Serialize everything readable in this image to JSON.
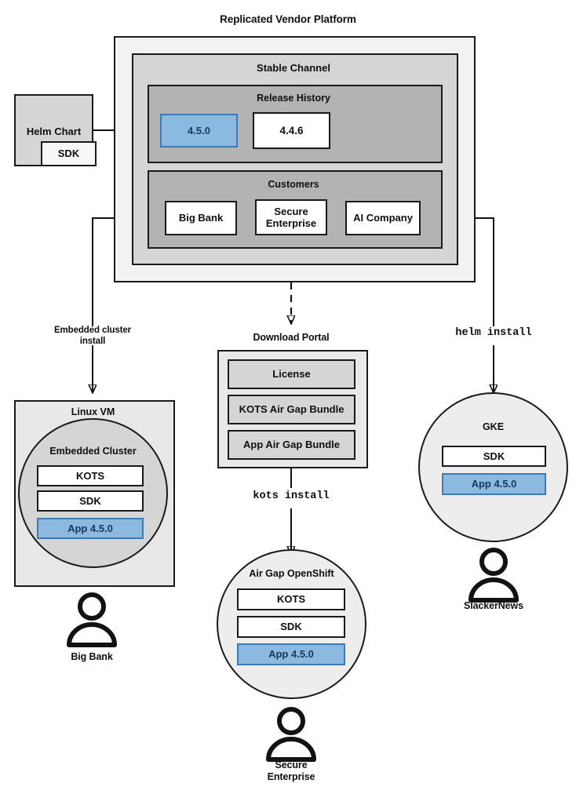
{
  "diagram": {
    "title": "Replicated Vendor Platform",
    "platform": {
      "stable_channel_label": "Stable Channel",
      "release_history": {
        "label": "Release History",
        "releases": [
          {
            "version": "4.5.0",
            "highlighted": true
          },
          {
            "version": "4.4.6",
            "highlighted": false
          }
        ]
      },
      "customers": {
        "label": "Customers",
        "items": [
          {
            "name": "Big Bank"
          },
          {
            "name": "Secure\nEnterprise"
          },
          {
            "name": "AI Company"
          }
        ]
      }
    },
    "helm_chart": {
      "label": "Helm Chart",
      "sdk_label": "SDK"
    },
    "connectors": [
      {
        "name": "embedded-cluster-install",
        "label": "Embedded cluster\ninstall",
        "style": "solid"
      },
      {
        "name": "kots-install",
        "label": "kots install",
        "style": "solid",
        "font": "mono"
      },
      {
        "name": "helm-install",
        "label": "helm install",
        "style": "solid",
        "font": "mono"
      },
      {
        "name": "download-portal-link",
        "label": "",
        "style": "dashed"
      }
    ],
    "download_portal": {
      "label": "Download Portal",
      "artifacts": [
        "License",
        "KOTS Air Gap Bundle",
        "App Air Gap Bundle"
      ]
    },
    "targets": [
      {
        "name": "linux-vm",
        "title": "Linux VM",
        "inner_title": "Embedded Cluster",
        "shape": "box-with-circle",
        "components": [
          {
            "label": "KOTS",
            "highlighted": false
          },
          {
            "label": "SDK",
            "highlighted": false
          },
          {
            "label": "App 4.5.0",
            "highlighted": true
          }
        ],
        "user": "Big Bank"
      },
      {
        "name": "air-gap-openshift",
        "title": "Air Gap OpenShift",
        "shape": "circle",
        "components": [
          {
            "label": "KOTS",
            "highlighted": false
          },
          {
            "label": "SDK",
            "highlighted": false
          },
          {
            "label": "App 4.5.0",
            "highlighted": true
          }
        ],
        "user": "Secure\nEnterprise"
      },
      {
        "name": "gke",
        "title": "GKE",
        "shape": "circle",
        "components": [
          {
            "label": "SDK",
            "highlighted": false
          },
          {
            "label": "App 4.5.0",
            "highlighted": true
          }
        ],
        "user": "SlackerNews"
      }
    ],
    "colors": {
      "highlight_fill": "#8cb9df",
      "highlight_border": "#3a7ab5",
      "highlight_text": "#17375e",
      "stroke": "#1a1a1a",
      "frame_fill": "#f2f2f2",
      "channel_fill": "#d5d5d5",
      "group_fill": "#b3b3b3",
      "circle_fill": "#ededed"
    }
  }
}
